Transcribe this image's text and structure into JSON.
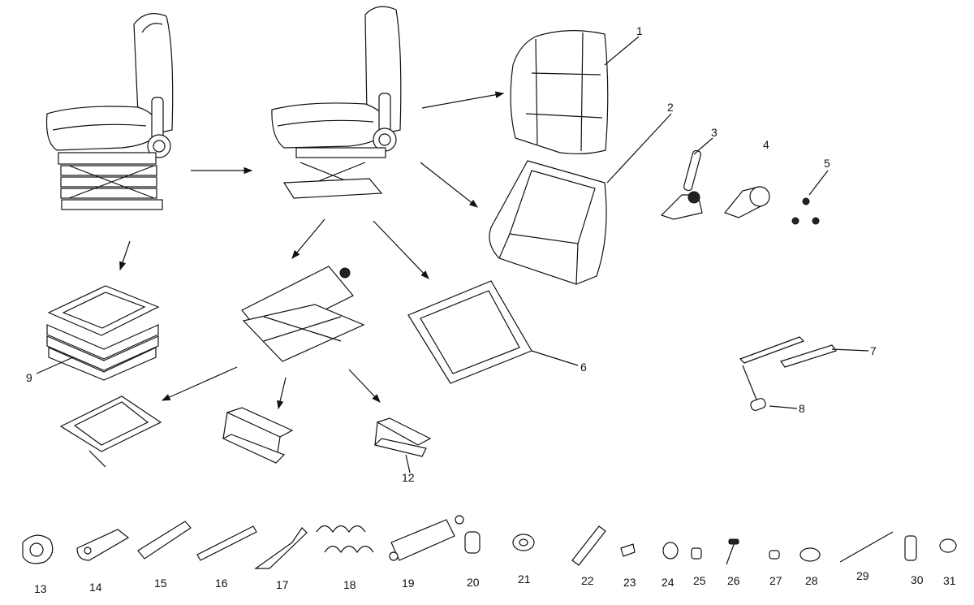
{
  "diagram": {
    "labels": [
      "1",
      "2",
      "3",
      "4",
      "5",
      "6",
      "7",
      "8",
      "9",
      "12",
      "13",
      "14",
      "15",
      "16",
      "17",
      "18",
      "19",
      "20",
      "21",
      "22",
      "23",
      "24",
      "25",
      "26",
      "27",
      "28",
      "29",
      "30",
      "31"
    ]
  }
}
